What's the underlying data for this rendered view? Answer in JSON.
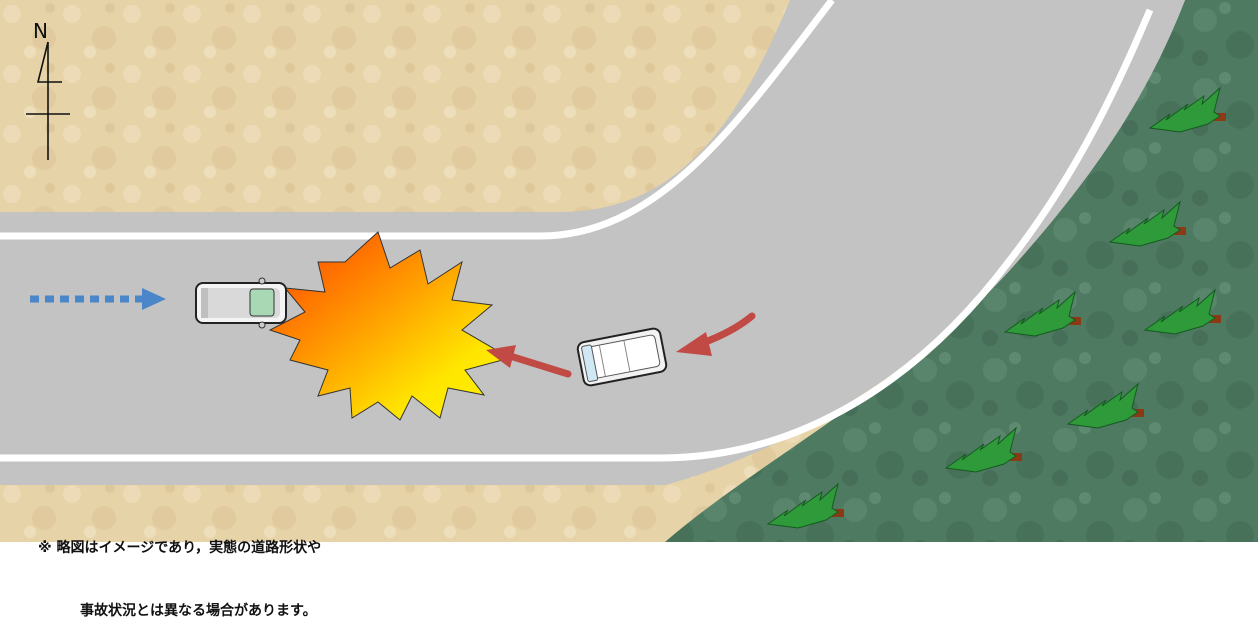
{
  "compass": {
    "north_label": "N",
    "icon": "north-arrow-icon"
  },
  "disclaimer": {
    "line1": "※ 略図はイメージであり，実態の道路形状や",
    "line2": "事故状況とは異なる場合があります。"
  },
  "colors": {
    "sand": "#e6d3a8",
    "forest": "#4f7a62",
    "road": "#c3c3c3",
    "lane_line": "#ffffff",
    "blue_arrow": "#4a86c8",
    "red_arrow": "#c14a45",
    "explosion_inner": "#ffe600",
    "explosion_outer": "#ff5a00",
    "tree": "#2f9a3a",
    "trunk": "#8a3b16"
  }
}
